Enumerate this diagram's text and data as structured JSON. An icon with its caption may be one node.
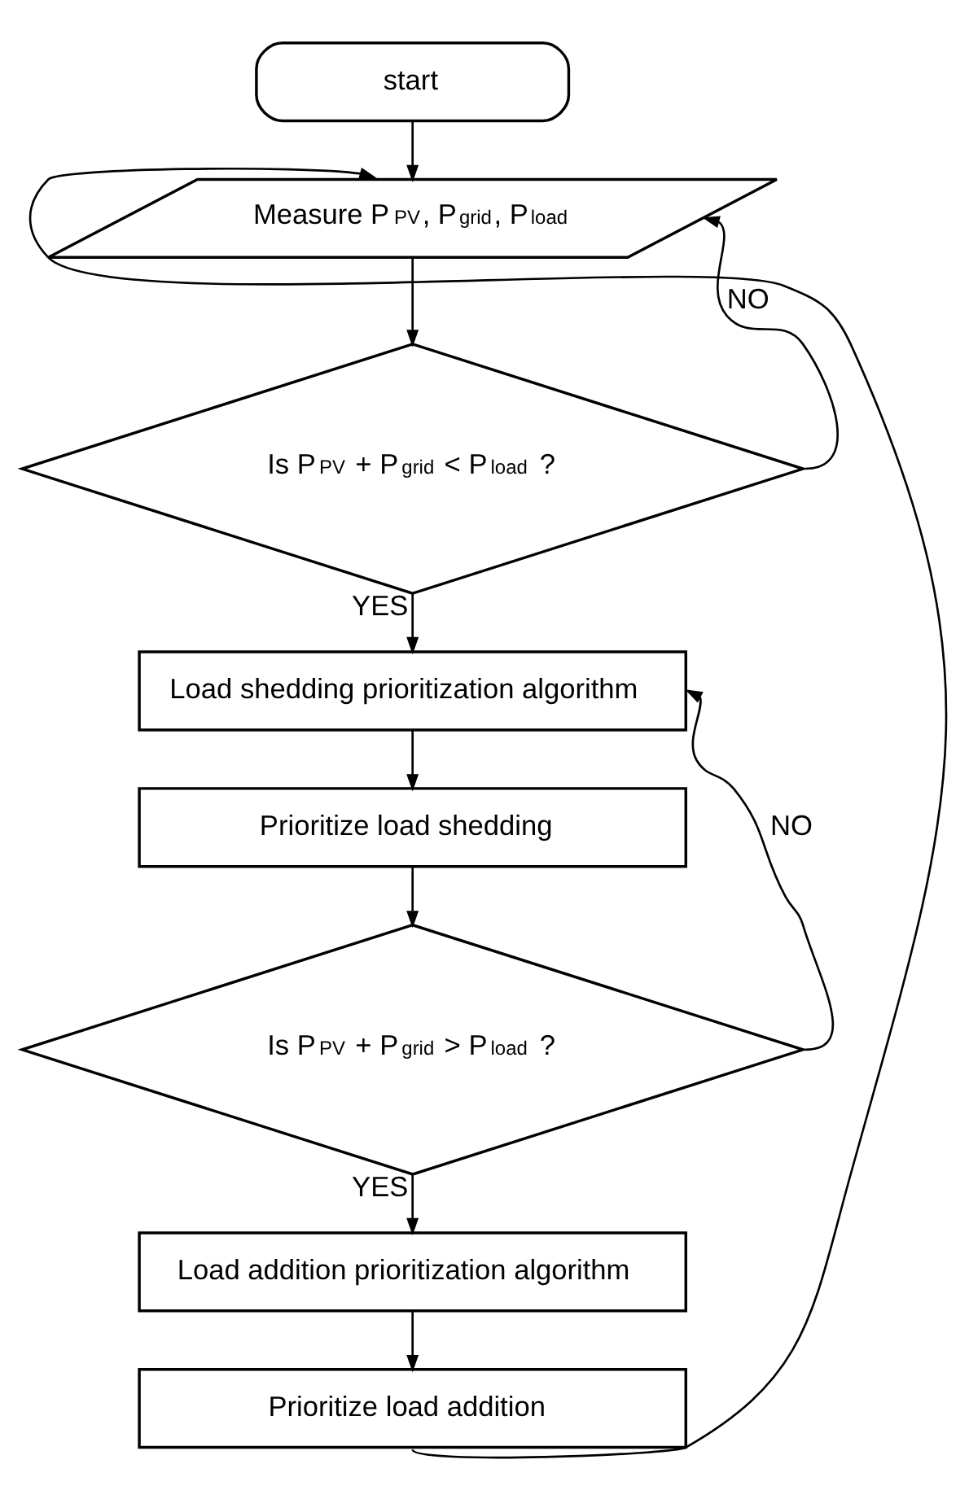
{
  "diagram": {
    "nodes": [
      {
        "text": [
          "start"
        ]
      },
      {
        "text": [
          "Measure P$_{PV}$, P$_{grid}$, P$_{load}$"
        ]
      },
      {
        "text": [
          "Is P$_{PV}$ + P$_{grid}$ < P$_{load}$ ?"
        ]
      },
      {
        "text": [
          "Load shedding prioritization algorithm"
        ]
      },
      {
        "text": [
          "Prioritize load shedding"
        ]
      },
      {
        "text": [
          "Is P$_{PV}$ + P$_{grid}$ > P$_{load}$ ?"
        ]
      },
      {
        "text": [
          "Load addition prioritization algorithm"
        ]
      },
      {
        "text": [
          "Prioritize load addition"
        ]
      }
    ],
    "edges": [
      {
        "from": 0,
        "to": 1,
        "arrow": "to"
      },
      {
        "from": 1,
        "to": 2,
        "arrow": "to"
      },
      {
        "from": 2,
        "to": 1,
        "arrow": "to",
        "label": "NO"
      },
      {
        "from": 2,
        "to": 3,
        "arrow": "to",
        "label": "YES"
      },
      {
        "from": 3,
        "to": 4,
        "arrow": "to"
      },
      {
        "from": 4,
        "to": 5,
        "arrow": "to"
      },
      {
        "from": 5,
        "to": 3,
        "arrow": "to",
        "label": "NO"
      },
      {
        "from": 5,
        "to": 6,
        "arrow": "to",
        "label": "YES"
      },
      {
        "from": 6,
        "to": 7,
        "arrow": "to"
      },
      {
        "from": 7,
        "to": 1,
        "arrow": "to"
      }
    ]
  }
}
